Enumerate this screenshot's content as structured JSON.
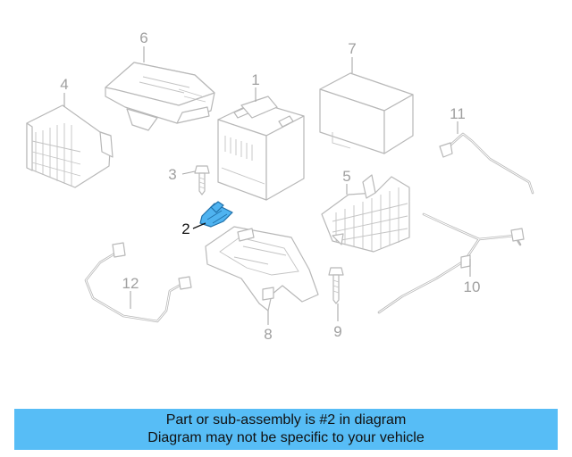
{
  "diagram": {
    "callouts": [
      {
        "id": "1",
        "label": "1"
      },
      {
        "id": "2",
        "label": "2"
      },
      {
        "id": "3",
        "label": "3"
      },
      {
        "id": "4",
        "label": "4"
      },
      {
        "id": "5",
        "label": "5"
      },
      {
        "id": "6",
        "label": "6"
      },
      {
        "id": "7",
        "label": "7"
      },
      {
        "id": "8",
        "label": "8"
      },
      {
        "id": "9",
        "label": "9"
      },
      {
        "id": "10",
        "label": "10"
      },
      {
        "id": "11",
        "label": "11"
      },
      {
        "id": "12",
        "label": "12"
      }
    ],
    "highlighted_part": "2",
    "highlight_color": "#4fb3f0",
    "line_color": "#b8b8b8"
  },
  "banner": {
    "line1": "Part or sub-assembly is #2 in diagram",
    "line2": "Diagram may not be specific to your vehicle",
    "background": "#57bdf6"
  }
}
